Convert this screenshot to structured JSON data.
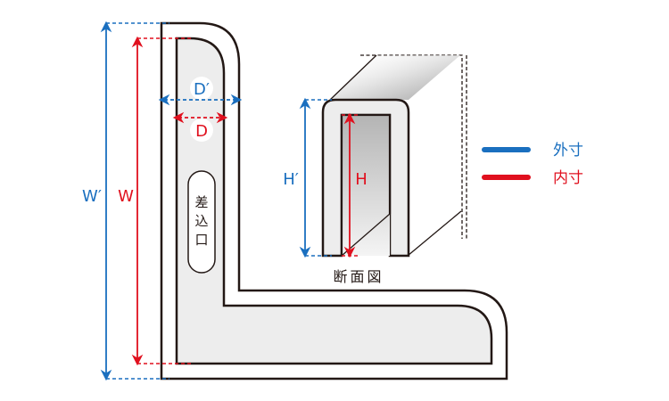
{
  "colors": {
    "outer": "#1a6fbf",
    "inner": "#e0101e",
    "outline": "#231815",
    "fill": "#ededed"
  },
  "labels": {
    "w_outer": "W′",
    "w_inner": "W",
    "d_outer": "D′",
    "d_inner": "D",
    "h_outer": "H′",
    "h_inner": "H",
    "insert_port": [
      "差",
      "込",
      "口"
    ],
    "cross_section": "断面図"
  },
  "legend": [
    {
      "label": "外寸",
      "color": "#1a6fbf",
      "meaning": "outer dimension"
    },
    {
      "label": "内寸",
      "color": "#e0101e",
      "meaning": "inner dimension"
    }
  ]
}
